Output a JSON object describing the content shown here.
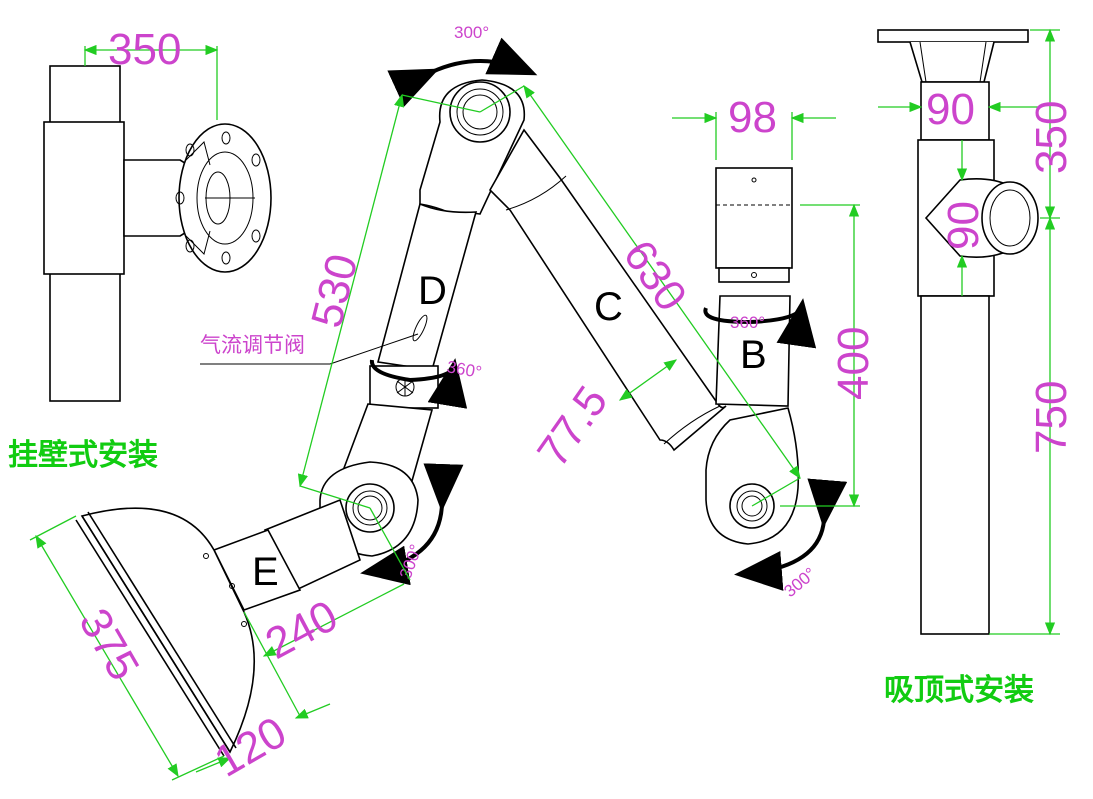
{
  "captions": {
    "wall_mount": "挂壁式安装",
    "ceiling_mount": "吸顶式安装",
    "valve": "气流调节阀"
  },
  "segments": {
    "b": "B",
    "c": "C",
    "d": "D",
    "e": "E"
  },
  "dimensions": {
    "wall_350": "350",
    "arm_530": "530",
    "arm_630": "630",
    "tube_98": "98",
    "height_400": "400",
    "tube_77_5": "77.5",
    "hood_375": "375",
    "hood_240": "240",
    "hood_120": "120",
    "ceil_90": "90",
    "ceil_90b": "90",
    "ceil_350": "350",
    "ceil_750": "750"
  },
  "rotations": {
    "top_300": "300°",
    "d_360": "360°",
    "b_360": "360°",
    "e_300": "300°",
    "b_300": "300°"
  },
  "colors": {
    "dimension_line": "#22cc22",
    "dimension_text": "#cc44cc",
    "caption": "#11cc11",
    "outline": "#000000"
  }
}
